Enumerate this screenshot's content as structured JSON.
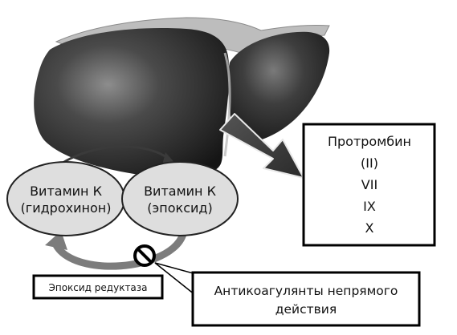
{
  "organ": {
    "name": "liver"
  },
  "cycle": {
    "left_node": {
      "line1": "Витамин К",
      "line2": "(гидрохинон)"
    },
    "right_node": {
      "line1": "Витамин К",
      "line2": "(эпоксид)"
    }
  },
  "enzyme_label": "Эпоксид редуктаза",
  "inhibitor": {
    "icon": "no-entry-icon",
    "label_line1": "Антикоагулянты непрямого",
    "label_line2": "действия"
  },
  "factors_box": {
    "items": [
      "Протромбин",
      "(II)",
      "VII",
      "IX",
      "X"
    ]
  }
}
